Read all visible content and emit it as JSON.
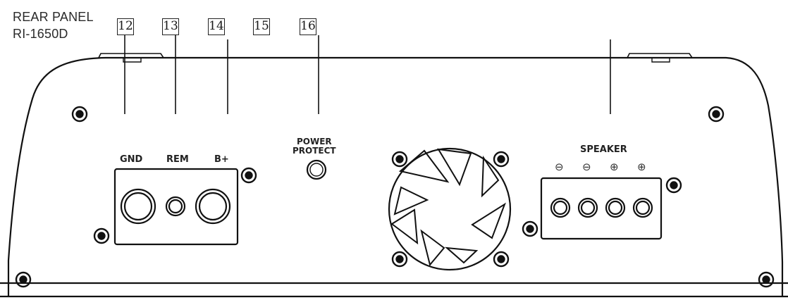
{
  "header": {
    "line1": "REAR PANEL",
    "line2": "RI-1650D"
  },
  "callouts": [
    "12",
    "13",
    "14",
    "15",
    "16"
  ],
  "power_terminal": {
    "labels": [
      "GND",
      "REM",
      "B+"
    ]
  },
  "indicator": {
    "line1": "POWER",
    "line2": "PROTECT"
  },
  "speaker_terminal": {
    "label": "SPEAKER",
    "symbols": [
      "⊖",
      "⊖",
      "⊕",
      "⊕"
    ]
  }
}
